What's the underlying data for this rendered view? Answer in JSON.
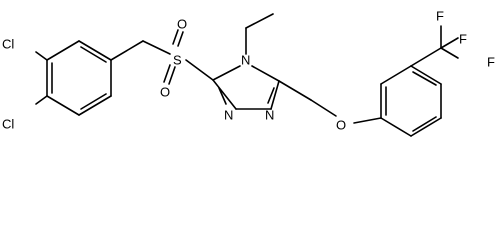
{
  "molecule": {
    "atoms": [
      {
        "id": "cl1",
        "label": "Cl"
      },
      {
        "id": "cl2",
        "label": "Cl"
      },
      {
        "id": "s",
        "label": "S"
      },
      {
        "id": "o1",
        "label": "O"
      },
      {
        "id": "o2",
        "label": "O"
      },
      {
        "id": "n4",
        "label": "N"
      },
      {
        "id": "n1",
        "label": "N"
      },
      {
        "id": "n2",
        "label": "N"
      },
      {
        "id": "o_ether",
        "label": "O"
      },
      {
        "id": "f1",
        "label": "F"
      },
      {
        "id": "f2",
        "label": "F"
      },
      {
        "id": "f3",
        "label": "F"
      }
    ]
  }
}
